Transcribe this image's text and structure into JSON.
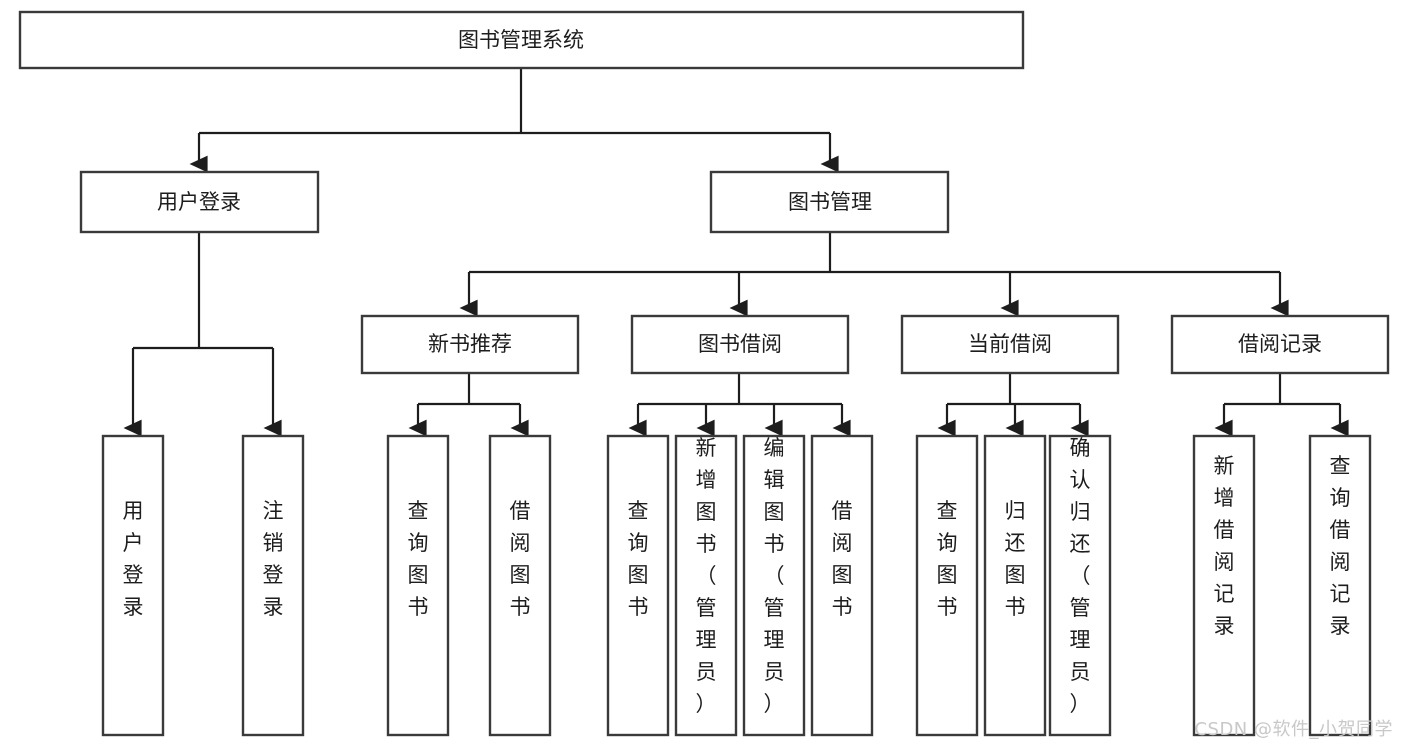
{
  "diagram": {
    "type": "tree-hierarchy",
    "title": "图书管理系统",
    "watermark": "CSDN @软件_小贺同学",
    "colors": {
      "background": "#ffffff",
      "box_stroke": "#3a3a3a",
      "connector": "#1d1d1d",
      "text": "#1d1d1d",
      "watermark": "#c8c8c8"
    },
    "root": {
      "id": "root",
      "label": "图书管理系统"
    },
    "level2": [
      {
        "id": "user-login",
        "label": "用户登录"
      },
      {
        "id": "book-manage",
        "label": "图书管理"
      }
    ],
    "level3": [
      {
        "id": "new-book-recommend",
        "label": "新书推荐",
        "parent": "book-manage"
      },
      {
        "id": "book-borrow",
        "label": "图书借阅",
        "parent": "book-manage"
      },
      {
        "id": "current-borrow",
        "label": "当前借阅",
        "parent": "book-manage"
      },
      {
        "id": "borrow-record",
        "label": "借阅记录",
        "parent": "book-manage"
      }
    ],
    "leaves": [
      {
        "id": "leaf-user-login",
        "label": "用户登录",
        "parent": "user-login"
      },
      {
        "id": "leaf-user-logout",
        "label": "注销登录",
        "parent": "user-login"
      },
      {
        "id": "leaf-query-book-1",
        "label": "查询图书",
        "parent": "new-book-recommend"
      },
      {
        "id": "leaf-borrow-book-1",
        "label": "借阅图书",
        "parent": "new-book-recommend"
      },
      {
        "id": "leaf-query-book-2",
        "label": "查询图书",
        "parent": "book-borrow"
      },
      {
        "id": "leaf-add-book",
        "label": "新增图书（管理员）",
        "parent": "book-borrow"
      },
      {
        "id": "leaf-edit-book",
        "label": "编辑图书（管理员）",
        "parent": "book-borrow"
      },
      {
        "id": "leaf-borrow-book-2",
        "label": "借阅图书",
        "parent": "book-borrow"
      },
      {
        "id": "leaf-query-book-3",
        "label": "查询图书",
        "parent": "current-borrow"
      },
      {
        "id": "leaf-return-book",
        "label": "归还图书",
        "parent": "current-borrow"
      },
      {
        "id": "leaf-confirm-return",
        "label": "确认归还（管理员）",
        "parent": "current-borrow"
      },
      {
        "id": "leaf-add-record",
        "label": "新增借阅记录",
        "parent": "borrow-record"
      },
      {
        "id": "leaf-query-record",
        "label": "查询借阅记录",
        "parent": "borrow-record"
      }
    ]
  }
}
